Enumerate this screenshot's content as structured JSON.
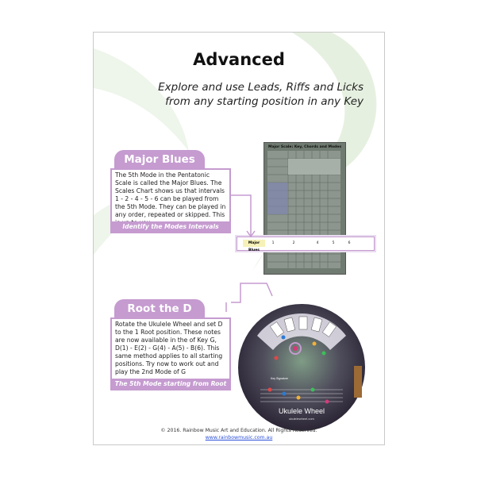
{
  "title": "Advanced",
  "subtitle_line1": "Explore and use Leads, Riffs and Licks",
  "subtitle_line2": "from any starting position in any Key",
  "colors": {
    "accent": "#c59bd0",
    "swirl": "#e6f0e0"
  },
  "major_blues": {
    "heading": "Major Blues",
    "body": "The 5th Mode in the Pentatonic Scale is called the Major Blues. The Scales Chart shows us that intervals 1 - 2 - 4 - 5 - 6 can be played from the 5th Mode. They can be played in any order, repeated or skipped. This is up to you.",
    "footer": "Identify the Modes Intervals"
  },
  "scales_chart": {
    "title": "Major Scale: Key, Chords and Modes",
    "mode_label": "Major Blues",
    "cells": [
      "1",
      "2",
      "4",
      "5",
      "6"
    ]
  },
  "root_d": {
    "heading": "Root the D",
    "body": "Rotate the Ukulele Wheel and set D to the 1 Root position. These notes are now available in the of Key G, D(1) - E(2) - G(4) - A(5) - B(6). This same method applies to all starting positions. Try now to work out and play the 2nd Mode of G",
    "footer": "The 5th Mode starting from Root D"
  },
  "wheel": {
    "label": "Ukulele Wheel",
    "sublabel": "ukulelewheel.com",
    "key_signature": "Key Signature"
  },
  "footer": {
    "copyright": "© 2016. Rainbow Music Art and Education. All Rights Reserved.",
    "url": "www.rainbowmusic.com.au"
  }
}
